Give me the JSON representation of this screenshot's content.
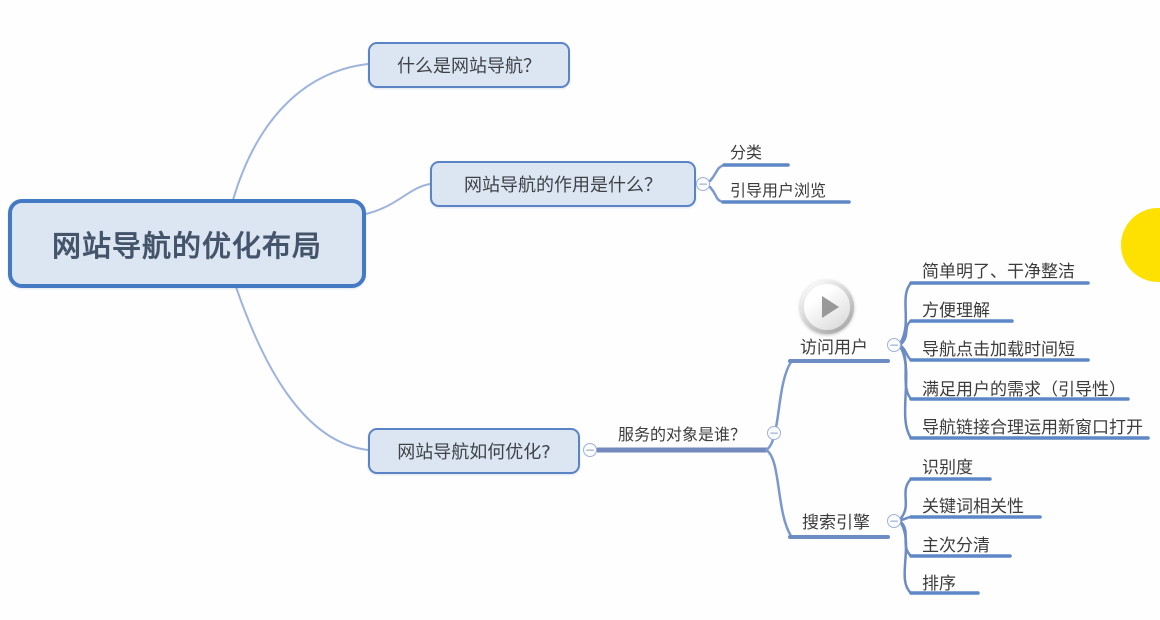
{
  "colors": {
    "node_fill": "#dce6f3",
    "node_border": "#5b84c6",
    "root_border": "#4479c4",
    "root_text": "#44546a",
    "text": "#3c3c3c",
    "line": "#5d87c6",
    "thick_line": "#7389bd",
    "branch_line": "#6d8cc4",
    "curve": "#9fb4dc",
    "accent": "#ffe100"
  },
  "mindmap": {
    "toggle_glyph": "−",
    "root": {
      "label": "网站导航的优化布局"
    },
    "branches": [
      {
        "label": "什么是网站导航？"
      },
      {
        "label": "网站导航的作用是什么？",
        "children": [
          {
            "label": "分类"
          },
          {
            "label": "引导用户浏览"
          }
        ]
      },
      {
        "label": "网站导航如何优化?",
        "children": [
          {
            "label": "服务的对象是谁？",
            "children": [
              {
                "label": "访问用户",
                "icon": "play-icon",
                "children": [
                  {
                    "label": "简单明了、干净整洁"
                  },
                  {
                    "label": "方便理解"
                  },
                  {
                    "label": "导航点击加载时间短"
                  },
                  {
                    "label": "满足用户的需求（引导性）"
                  },
                  {
                    "label": "导航链接合理运用新窗口打开"
                  }
                ]
              },
              {
                "label": "搜索引擎",
                "children": [
                  {
                    "label": "识别度"
                  },
                  {
                    "label": "关键词相关性"
                  },
                  {
                    "label": "主次分清"
                  },
                  {
                    "label": "排序"
                  }
                ]
              }
            ]
          }
        ]
      }
    ]
  }
}
